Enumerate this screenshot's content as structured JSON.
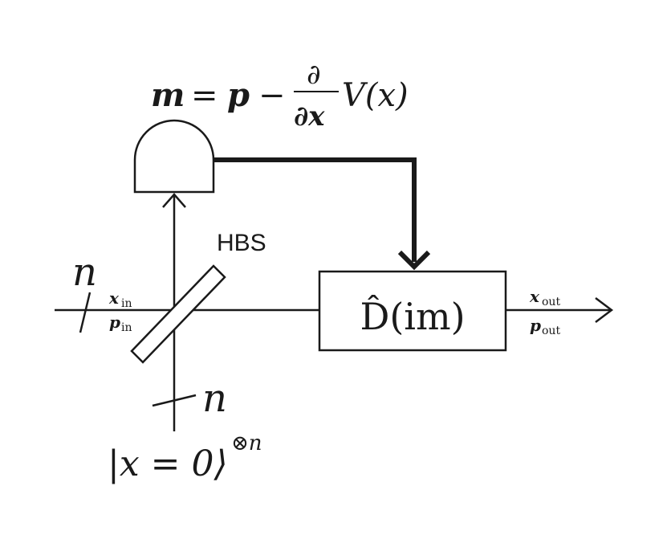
{
  "formula": {
    "lhs": "m",
    "eq": "=",
    "p": "p",
    "minus": "−",
    "num": "∂",
    "den": "∂x",
    "tail": "V(x)"
  },
  "hbs_label": "HBS",
  "left_mode_count": "n",
  "bottom_mode_count": "n",
  "input_labels": {
    "x": "x",
    "x_sub": "in",
    "p": "p",
    "p_sub": "in"
  },
  "output_labels": {
    "x": "x",
    "x_sub": "out",
    "p": "p",
    "p_sub": "out"
  },
  "displacement_box": "D̂(im)",
  "input_state": {
    "ket": "|x = 0⟩",
    "power": "⊗n"
  }
}
